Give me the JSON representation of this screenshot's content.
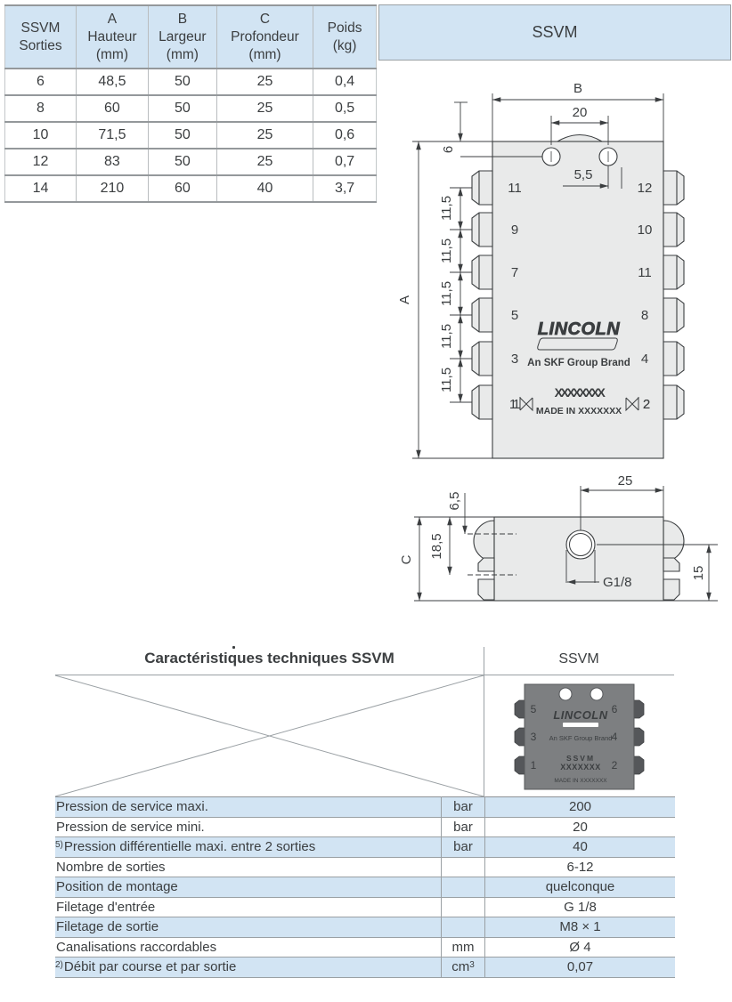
{
  "dims_table": {
    "headers": [
      "SSVM\nSorties",
      "A\nHauteur\n(mm)",
      "B\nLargeur\n(mm)",
      "C\nProfondeur\n(mm)",
      "Poids\n(kg)"
    ],
    "rows": [
      [
        "6",
        "48,5",
        "50",
        "25",
        "0,4"
      ],
      [
        "8",
        "60",
        "50",
        "25",
        "0,5"
      ],
      [
        "10",
        "71,5",
        "50",
        "25",
        "0,6"
      ],
      [
        "12",
        "83",
        "50",
        "25",
        "0,7"
      ],
      [
        "14",
        "210",
        "60",
        "40",
        "3,7"
      ]
    ]
  },
  "panel": {
    "title": "SSVM"
  },
  "top_view": {
    "dims": {
      "width": "B",
      "hole_pitch": "20",
      "edge_offset": "6",
      "hole_edge": "5,5",
      "outlet_pitch": "11,5",
      "height": "A"
    },
    "left_ports": [
      "11",
      "9",
      "7",
      "5",
      "3",
      "1"
    ],
    "right_ports": [
      "12",
      "10",
      "11",
      "8",
      "4",
      "2"
    ],
    "inlet_left": "1",
    "inlet_right": "2",
    "logo": "LINCOLN",
    "brand": "An  SKF Group Brand",
    "serial": "XXXXXXXX",
    "made_in": "MADE IN XXXXXXX"
  },
  "side_view": {
    "dims": {
      "depth": "C",
      "port_offset": "6,5",
      "lower_offset": "18,5",
      "inlet_offset": "25",
      "edge_offset": "15"
    },
    "thread": "G1/8"
  },
  "specs": {
    "title": "Caractéristiques techniques SSVM",
    "column_header": "SSVM",
    "product": {
      "left_ports": [
        "5",
        "3",
        "1"
      ],
      "right_ports": [
        "6",
        "4",
        "2"
      ],
      "logo": "LINCOLN",
      "brand": "An  SKF Group Brand",
      "model": "SSVM",
      "serial": "XXXXXXX",
      "made_in": "MADE IN XXXXXXX"
    },
    "rows": [
      {
        "sup": "",
        "label": "Pression de service maxi.",
        "unit": "bar",
        "unit_sup": "",
        "value": "200"
      },
      {
        "sup": "",
        "label": "Pression de service mini.",
        "unit": "bar",
        "unit_sup": "",
        "value": "20"
      },
      {
        "sup": "5)",
        "label": "Pression différentielle maxi. entre 2 sorties",
        "unit": "bar",
        "unit_sup": "",
        "value": "40"
      },
      {
        "sup": "",
        "label": "Nombre de sorties",
        "unit": "",
        "unit_sup": "",
        "value": "6-12"
      },
      {
        "sup": "",
        "label": "Position de montage",
        "unit": "",
        "unit_sup": "",
        "value": "quelconque"
      },
      {
        "sup": "",
        "label": "Filetage d'entrée",
        "unit": "",
        "unit_sup": "",
        "value": "G 1/8"
      },
      {
        "sup": "",
        "label": "Filetage de sortie",
        "unit": "",
        "unit_sup": "",
        "value": "M8 × 1"
      },
      {
        "sup": "",
        "label": "Canalisations raccordables",
        "unit": "mm",
        "unit_sup": "",
        "value": "Ø 4"
      },
      {
        "sup": "2)",
        "label": "Débit par course et par sortie",
        "unit": "cm",
        "unit_sup": "3",
        "value": "0,07"
      }
    ]
  },
  "colors": {
    "accent_blue": "#d2e4f3",
    "line_gray": "#9aa0a4",
    "text": "#3b3e40",
    "drawing_fill": "#e9eaea",
    "product_gray": "#7d7f81"
  }
}
